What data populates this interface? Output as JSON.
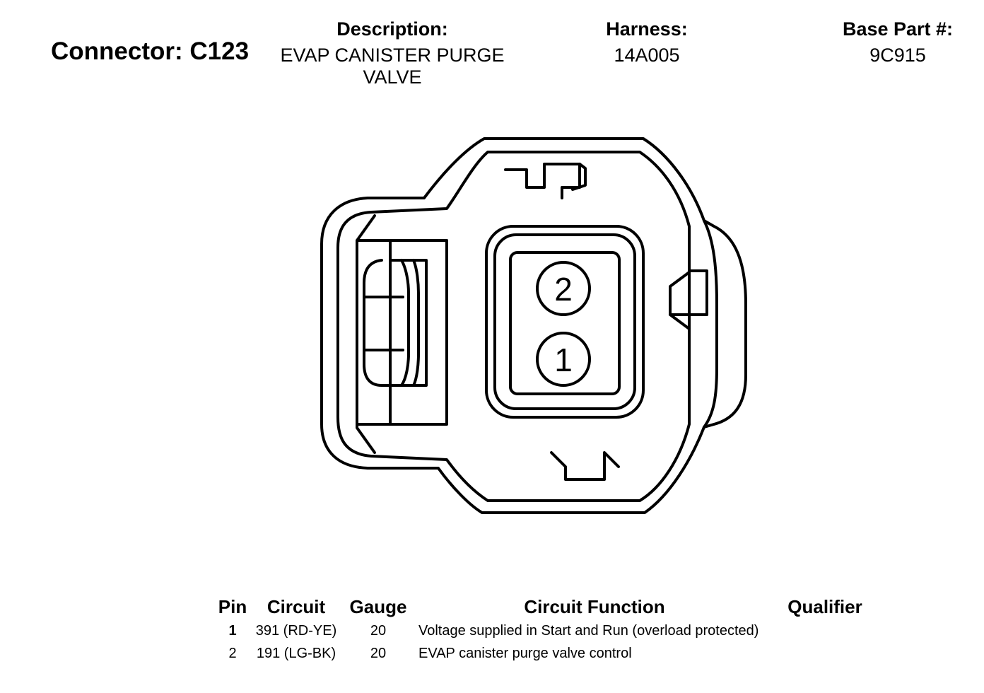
{
  "header": {
    "connector_title": "Connector: C123",
    "description_label": "Description:",
    "description_value": "EVAP CANISTER PURGE VALVE",
    "harness_label": "Harness:",
    "harness_value": "14A005",
    "base_part_label": "Base Part #:",
    "base_part_value": "9C915"
  },
  "diagram": {
    "pins": [
      "2",
      "1"
    ]
  },
  "table": {
    "headers": {
      "pin": "Pin",
      "circuit": "Circuit",
      "gauge": "Gauge",
      "function": "Circuit Function",
      "qualifier": "Qualifier"
    },
    "rows": [
      {
        "pin": "1",
        "circuit": "391 (RD-YE)",
        "gauge": "20",
        "function": "Voltage supplied in Start and Run (overload protected)",
        "qualifier": ""
      },
      {
        "pin": "2",
        "circuit": "191 (LG-BK)",
        "gauge": "20",
        "function": "EVAP canister purge valve control",
        "qualifier": ""
      }
    ]
  }
}
